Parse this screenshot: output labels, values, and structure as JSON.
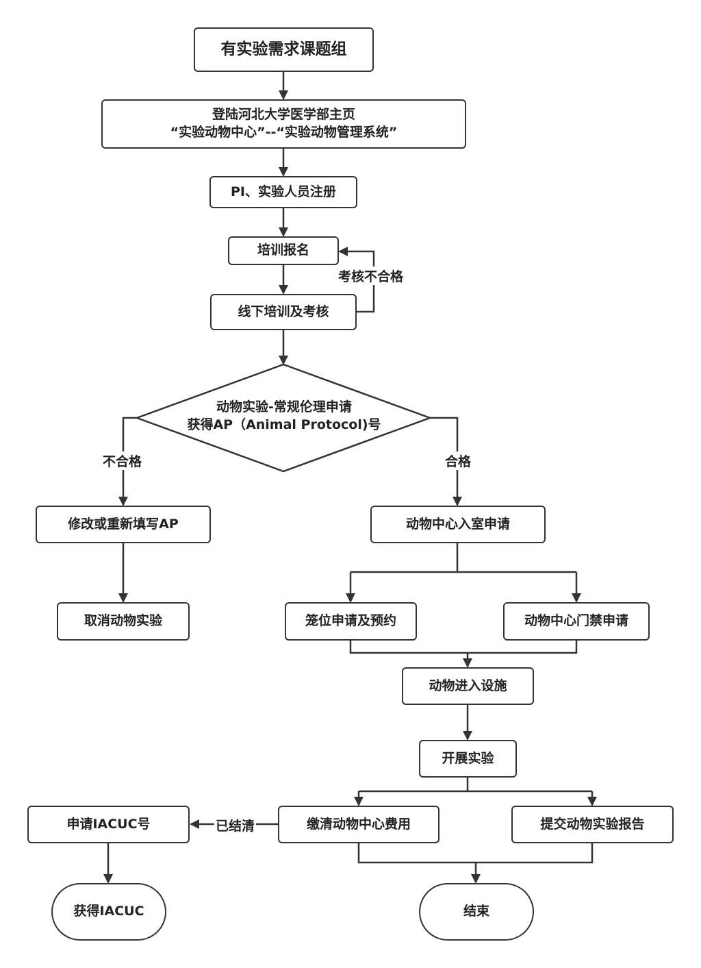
{
  "nodes": {
    "start": "有实验需求课题组",
    "login_line1": "登陆河北大学医学部主页",
    "login_line2": "“实验动物中心”--“实验动物管理系统”",
    "register": "PI、实验人员注册",
    "training_signup": "培训报名",
    "offline_training": "线下培训及考核",
    "ethics_line1": "动物实验-常规伦理申请",
    "ethics_line2": "获得AP（Animal Protocol)号",
    "revise_ap": "修改或重新填写AP",
    "cancel_experiment": "取消动物实验",
    "room_entry_application": "动物中心入室申请",
    "cage_booking": "笼位申请及预约",
    "access_control_application": "动物中心门禁申请",
    "animals_enter_facility": "动物进入设施",
    "start_experiment": "开展实验",
    "pay_fees": "缴清动物中心费用",
    "submit_report": "提交动物实验报告",
    "apply_iacuc": "申请IACUC号",
    "obtain_iacuc": "获得IACUC",
    "end": "结束"
  },
  "edge_labels": {
    "exam_failed": "考核不合格",
    "not_qualified": "不合格",
    "qualified": "合格",
    "settled": "已结清"
  },
  "colors": {
    "stroke": "#333333",
    "text": "#222222",
    "background": "#ffffff"
  }
}
